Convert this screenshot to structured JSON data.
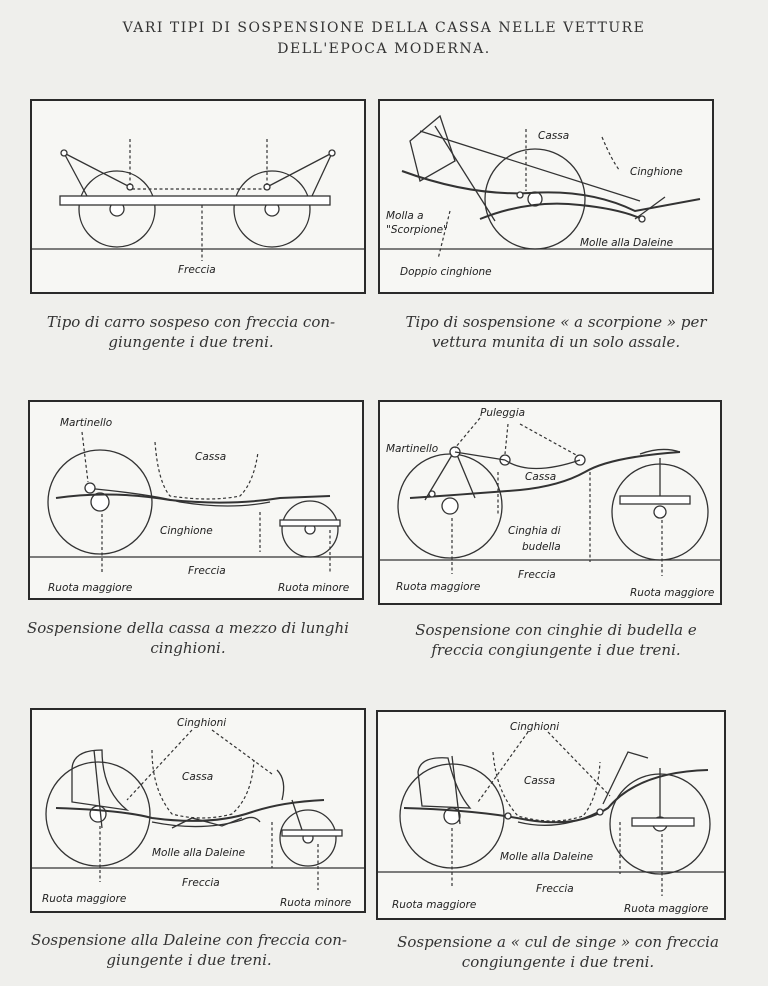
{
  "title": {
    "line1": "VARI TIPI DI SOSPENSIONE DELLA CASSA NELLE VETTURE",
    "line2": "DELL'EPOCA MODERNA."
  },
  "figures": [
    {
      "caption": [
        "Tipo di carro sospeso con freccia con-",
        "giungente i due treni."
      ],
      "labels": {
        "freccia": "Freccia"
      }
    },
    {
      "caption": [
        "Tipo di sospensione « a scorpione » per",
        "vettura munita di un solo assale."
      ],
      "labels": {
        "cassa": "Cassa",
        "cinghione": "Cinghione",
        "molla_a": "Molla a",
        "scorpione": "\"Scorpione\"",
        "molle_daleine": "Molle alla Daleine",
        "doppio_cinghione": "Doppio cinghione"
      }
    },
    {
      "caption": [
        "Sospensione della cassa a mezzo di lunghi",
        "cinghioni."
      ],
      "labels": {
        "martinello": "Martinello",
        "cassa": "Cassa",
        "cinghione": "Cinghione",
        "freccia": "Freccia",
        "ruota_maggiore": "Ruota maggiore",
        "ruota_minore": "Ruota minore"
      }
    },
    {
      "caption": [
        "Sospensione con cinghie di budella e",
        "freccia congiungente i due treni."
      ],
      "labels": {
        "puleggia": "Puleggia",
        "martinello": "Martinello",
        "cassa": "Cassa",
        "cinghia_di": "Cinghia di",
        "budella": "budella",
        "freccia": "Freccia",
        "ruota_maggiore_l": "Ruota maggiore",
        "ruota_maggiore_r": "Ruota maggiore"
      }
    },
    {
      "caption": [
        "Sospensione alla Daleine con freccia con-",
        "giungente i due treni."
      ],
      "labels": {
        "cinghioni": "Cinghioni",
        "cassa": "Cassa",
        "molle_daleine": "Molle alla Daleine",
        "freccia": "Freccia",
        "ruota_maggiore": "Ruota maggiore",
        "ruota_minore": "Ruota minore"
      }
    },
    {
      "caption": [
        "Sospensione a « cul de singe » con freccia",
        "congiungente i due treni."
      ],
      "labels": {
        "cinghioni": "Cinghioni",
        "cassa": "Cassa",
        "molle_daleine": "Molle alla Daleine",
        "freccia": "Freccia",
        "ruota_maggiore_l": "Ruota maggiore",
        "ruota_maggiore_r": "Ruota maggiore"
      }
    }
  ]
}
